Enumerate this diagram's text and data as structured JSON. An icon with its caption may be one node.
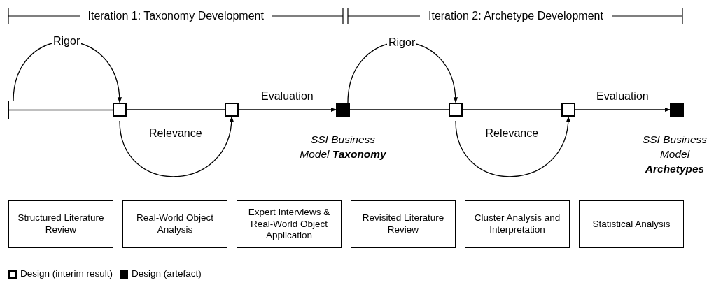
{
  "diagram": {
    "nodes": [
      {
        "text": [],
        "shape": "bar"
      },
      {
        "text": [],
        "shape": "box"
      },
      {
        "text": [],
        "shape": "box"
      },
      {
        "text": [],
        "shape": "box",
        "beside": [
          "SSI Business Model **Taxonomy**"
        ]
      },
      {
        "text": [],
        "shape": "box"
      },
      {
        "text": [],
        "shape": "box"
      },
      {
        "text": [],
        "shape": "box",
        "beside": [
          "SSI Business Model **Archetypes**"
        ]
      },
      {
        "text": [
          "Structured Literature Review"
        ]
      },
      {
        "text": [
          "Real-World Object Analysis"
        ]
      },
      {
        "text": [
          "Expert Interviews & Real-World Object Application"
        ]
      },
      {
        "text": [
          "Revisited Literature Review"
        ]
      },
      {
        "text": [
          "Cluster Analysis and Interpretation"
        ]
      },
      {
        "text": [
          "Statistical Analysis"
        ]
      }
    ],
    "edges": [
      {
        "from": 0,
        "to": 1,
        "arrow": "none"
      },
      {
        "from": 1,
        "to": 2,
        "arrow": "none"
      },
      {
        "from": 2,
        "to": 3,
        "arrow": "to",
        "label": "Evaluation"
      },
      {
        "from": 3,
        "to": 4,
        "arrow": "none"
      },
      {
        "from": 4,
        "to": 5,
        "arrow": "none"
      },
      {
        "from": 5,
        "to": 6,
        "arrow": "to",
        "label": "Evaluation"
      },
      {
        "from": 0,
        "to": 1,
        "arrow": "to",
        "label": "Rigor"
      },
      {
        "from": 1,
        "to": 2,
        "arrow": "to",
        "label": "Relevance"
      },
      {
        "from": 3,
        "to": 4,
        "arrow": "to",
        "label": "Rigor"
      },
      {
        "from": 4,
        "to": 5,
        "arrow": "to",
        "label": "Relevance"
      }
    ],
    "labels": [
      "Iteration 1: Taxonomy Development",
      "Iteration 2: Archetype Development"
    ],
    "legend": [
      {
        "text": "Design (interim result)"
      },
      {
        "text": "Design (artefact)",
        "color": "#000000"
      }
    ]
  }
}
